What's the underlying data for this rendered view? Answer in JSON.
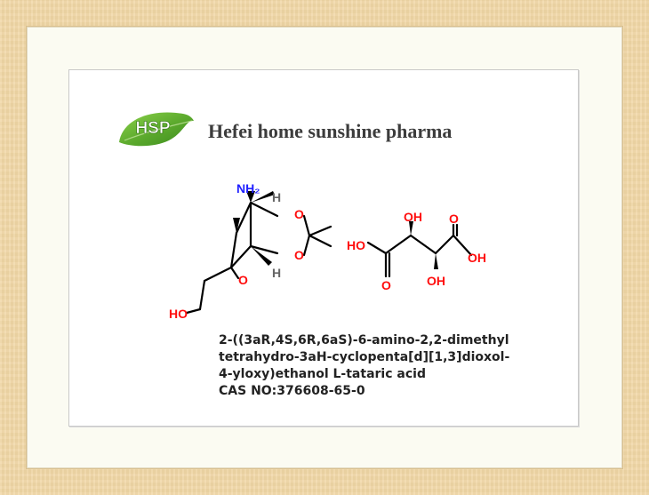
{
  "logo": {
    "text": "HSP",
    "colors": {
      "leaf_dark": "#3a8a1e",
      "leaf_light": "#8cd24a",
      "text": "#ffffff"
    }
  },
  "company": {
    "name": "Hefei home sunshine pharma"
  },
  "structure": {
    "labels": {
      "nh2": "NH₂",
      "h_top": "H",
      "h_bottom": "H",
      "o_ring_top": "O",
      "o_ring_bottom": "O",
      "o_ether": "O",
      "ho_chain": "HO",
      "tartaric_ho_left": "HO",
      "tartaric_o_left": "O",
      "tartaric_oh_top": "OH",
      "tartaric_oh_bottom": "OH",
      "tartaric_o_right": "O",
      "tartaric_oh_right": "OH"
    },
    "colors": {
      "bond": "#000000",
      "oxygen": "#ff0d0d",
      "nitrogen": "#2020ff",
      "hydrogen": "#666666"
    }
  },
  "description": {
    "lines": [
      "2-((3aR,4S,6R,6aS)-6-amino-2,2-dimethyl",
      "tetrahydro-3aH-cyclopenta[d][1,3]dioxol-",
      "4-yloxy)ethanol L-tataric acid",
      "CAS NO:376608-65-0"
    ]
  }
}
